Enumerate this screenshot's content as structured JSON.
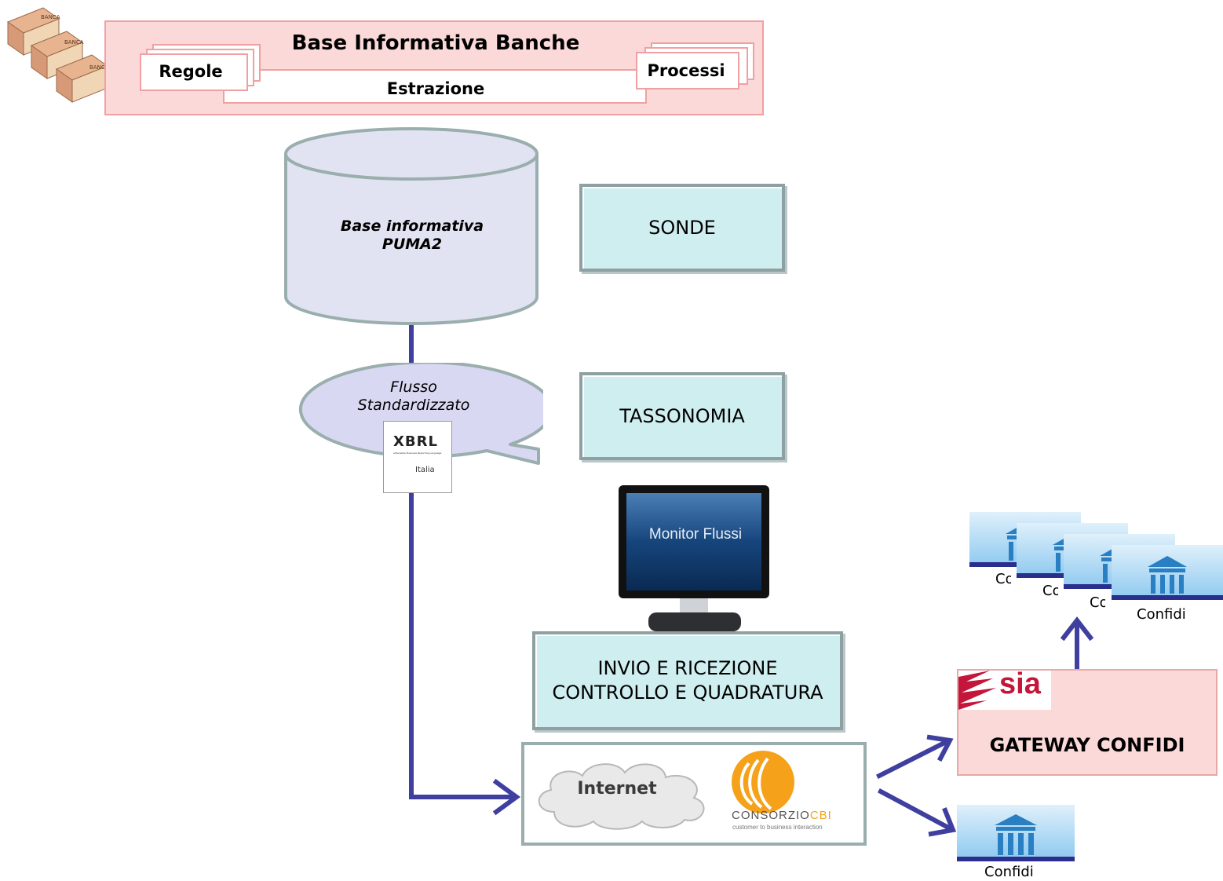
{
  "top_panel": {
    "title": "Base Informativa Banche",
    "left_tab": "Regole",
    "right_tab": "Processi",
    "bottom_label": "Estrazione",
    "bank_sign": "BANCA"
  },
  "database": {
    "line1": "Base informativa",
    "line2": "PUMA2"
  },
  "flow": {
    "line1": "Flusso",
    "line2": "Standardizzato",
    "logo_text": "XBRL",
    "logo_sub": "eXtensible Business Reporting Language",
    "logo_country": "Italia"
  },
  "boxes": {
    "sonde": "SONDE",
    "tassonomia": "TASSONOMIA",
    "invio_line1": "INVIO E RICEZIONE",
    "invio_line2": "CONTROLLO E QUADRATURA"
  },
  "monitor": {
    "label": "Monitor Flussi"
  },
  "network": {
    "internet": "Internet",
    "consorzio_a": "CONSORZIO",
    "consorzio_b": "CBI",
    "consorzio_tagline": "customer to business interaction"
  },
  "gateway": {
    "sia": "sia",
    "label": "GATEWAY CONFIDI"
  },
  "confidi": {
    "stack_labels": [
      "Confidi",
      "Confidi",
      "Confidi",
      "Confidi"
    ],
    "single_label": "Confidi"
  },
  "colors": {
    "arrow": "#3f3f9f",
    "pink": "#fbd9d9",
    "teal": "#cfeef0",
    "lavender": "#d8d8f2",
    "sia_red": "#c4163a"
  }
}
